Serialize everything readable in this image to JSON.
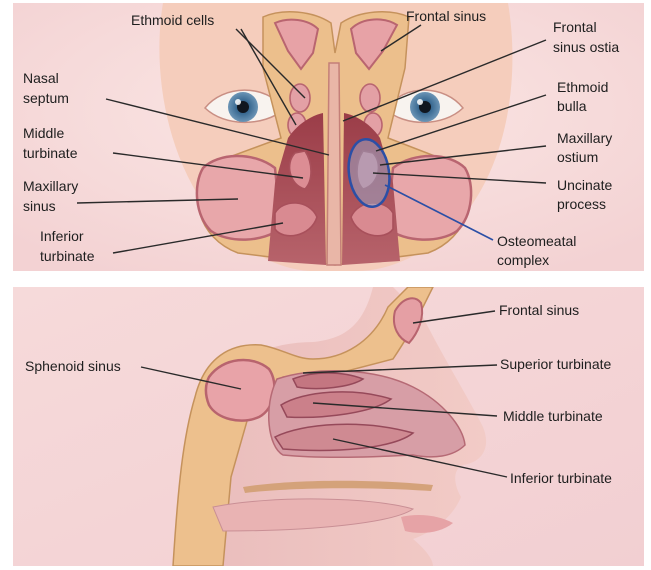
{
  "top_view": {
    "labels": {
      "ethmoid_cells": "Ethmoid cells",
      "frontal_sinus": "Frontal sinus",
      "frontal_sinus_ostia_1": "Frontal",
      "frontal_sinus_ostia_2": "sinus ostia",
      "nasal_septum_1": "Nasal",
      "nasal_septum_2": "septum",
      "ethmoid_bulla_1": "Ethmoid",
      "ethmoid_bulla_2": "bulla",
      "middle_turbinate_1": "Middle",
      "middle_turbinate_2": "turbinate",
      "maxillary_ostium_1": "Maxillary",
      "maxillary_ostium_2": "ostium",
      "maxillary_sinus_1": "Maxillary",
      "maxillary_sinus_2": "sinus",
      "uncinate_process_1": "Uncinate",
      "uncinate_process_2": "process",
      "inferior_turbinate_1": "Inferior",
      "inferior_turbinate_2": "turbinate",
      "osteomeatal_complex_1": "Osteomeatal",
      "osteomeatal_complex_2": "complex"
    }
  },
  "bottom_view": {
    "labels": {
      "frontal_sinus": "Frontal sinus",
      "sphenoid_sinus": "Sphenoid sinus",
      "superior_turbinate": "Superior turbinate",
      "middle_turbinate": "Middle turbinate",
      "inferior_turbinate": "Inferior turbinate"
    }
  },
  "colors": {
    "background": "#f6dcdc",
    "skin": "#f4c9b9",
    "bone": "#ecc089",
    "sinus_cavity": "#e7a6aa",
    "mucosa": "#c9757d",
    "airway": "#a24751",
    "highlight_ring": "#2b4fa6"
  }
}
